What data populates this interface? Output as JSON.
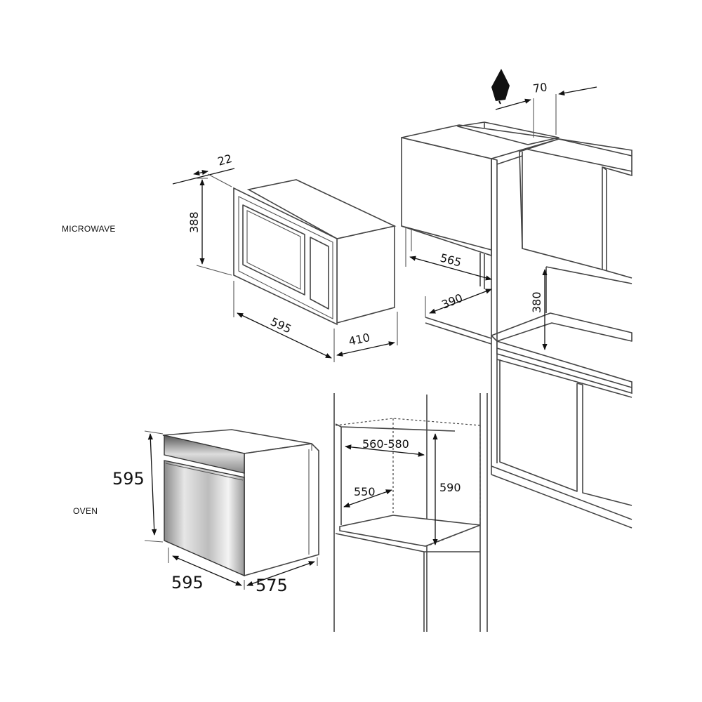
{
  "labels": {
    "microwave": "MICROWAVE",
    "oven": "OVEN"
  },
  "microwave_dims": {
    "depth_frame": "22",
    "height": "388",
    "width": "595",
    "depth": "410"
  },
  "cabinet_dims": {
    "vent": "70",
    "width": "565",
    "depth": "390",
    "height": "380"
  },
  "oven_dims": {
    "height": "595",
    "width": "595",
    "depth": "575"
  },
  "oven_niche_dims": {
    "width": "560-580",
    "depth": "550",
    "height": "590"
  }
}
